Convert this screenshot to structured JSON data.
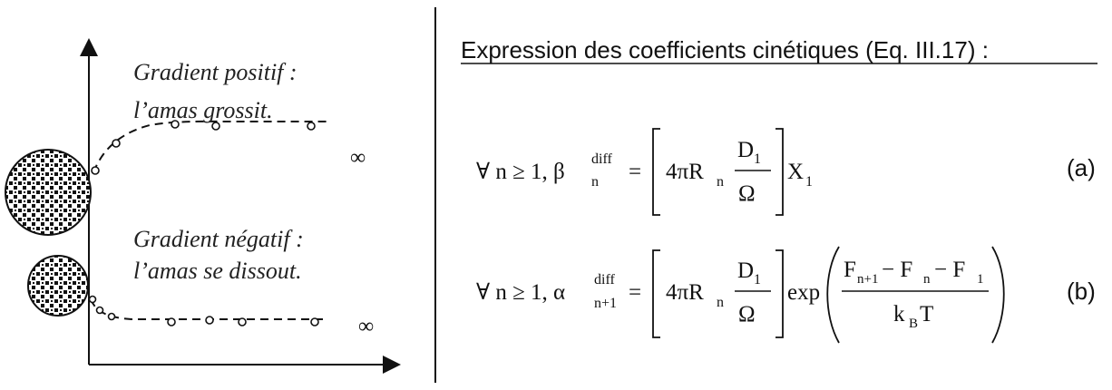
{
  "left_panel": {
    "positive_label": "Gradient positif :",
    "positive_sub": "l’amas grossit.",
    "negative_label": "Gradient négatif :",
    "negative_sub": "l’amas se dissout.",
    "infinity_top": "∞",
    "infinity_bottom": "∞"
  },
  "right_panel": {
    "title": "Expression des coefficients cinétiques (Eq. III.17) :",
    "eq_a": {
      "lhs": "∀ n ≥ 1, β",
      "lhs_sub": "n",
      "lhs_sup": "diff",
      "equals": "=",
      "bracket_term": "4πR",
      "bracket_sub": "n",
      "frac_num": "D",
      "frac_num_sub": "1",
      "frac_den": "Ω",
      "factor": "X",
      "factor_sub": "1",
      "tag": "(a)"
    },
    "eq_b": {
      "lhs": "∀ n ≥ 1, α",
      "lhs_sub": "n+1",
      "lhs_sup": "diff",
      "equals": "=",
      "bracket_term": "4πR",
      "bracket_sub": "n",
      "frac_num": "D",
      "frac_num_sub": "1",
      "frac_den": "Ω",
      "exp": "exp",
      "exp_num": "F",
      "exp_num_sub1": "n+1",
      "exp_num_minus1": " − F",
      "exp_num_sub2": "n",
      "exp_num_minus2": " − F",
      "exp_num_sub3": "1",
      "exp_den": "k",
      "exp_den_sub": "B",
      "exp_den_T": "T",
      "tag": "(b)"
    }
  }
}
